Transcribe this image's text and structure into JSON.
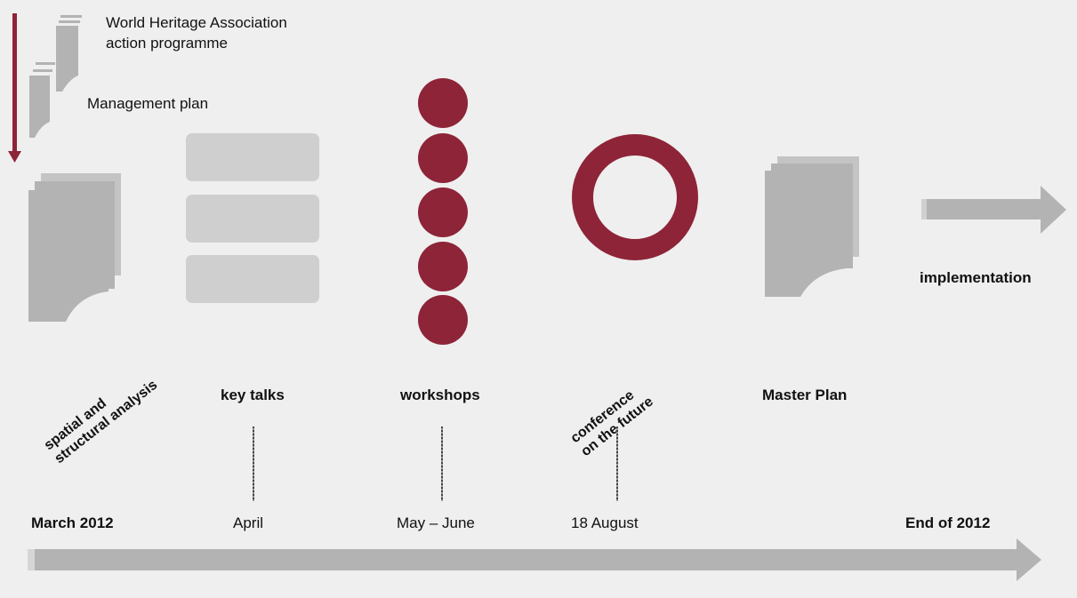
{
  "top": {
    "wha_line1": "World Heritage Association",
    "wha_line2": "action programme",
    "management_plan": "Management plan"
  },
  "stages": {
    "spatial_line1": "spatial and",
    "spatial_line2": "structural analysis",
    "key_talks": "key talks",
    "workshops": "workshops",
    "conference_line1": "conference",
    "conference_line2": "on the future",
    "master_plan": "Master Plan",
    "implementation": "implementation"
  },
  "timeline": {
    "start": "March 2012",
    "april": "April",
    "may_june": "May – June",
    "august": "18 August",
    "end": "End of 2012"
  },
  "colors": {
    "accent": "#8e2438",
    "grey": "#b3b3b3",
    "background": "#efefef"
  }
}
